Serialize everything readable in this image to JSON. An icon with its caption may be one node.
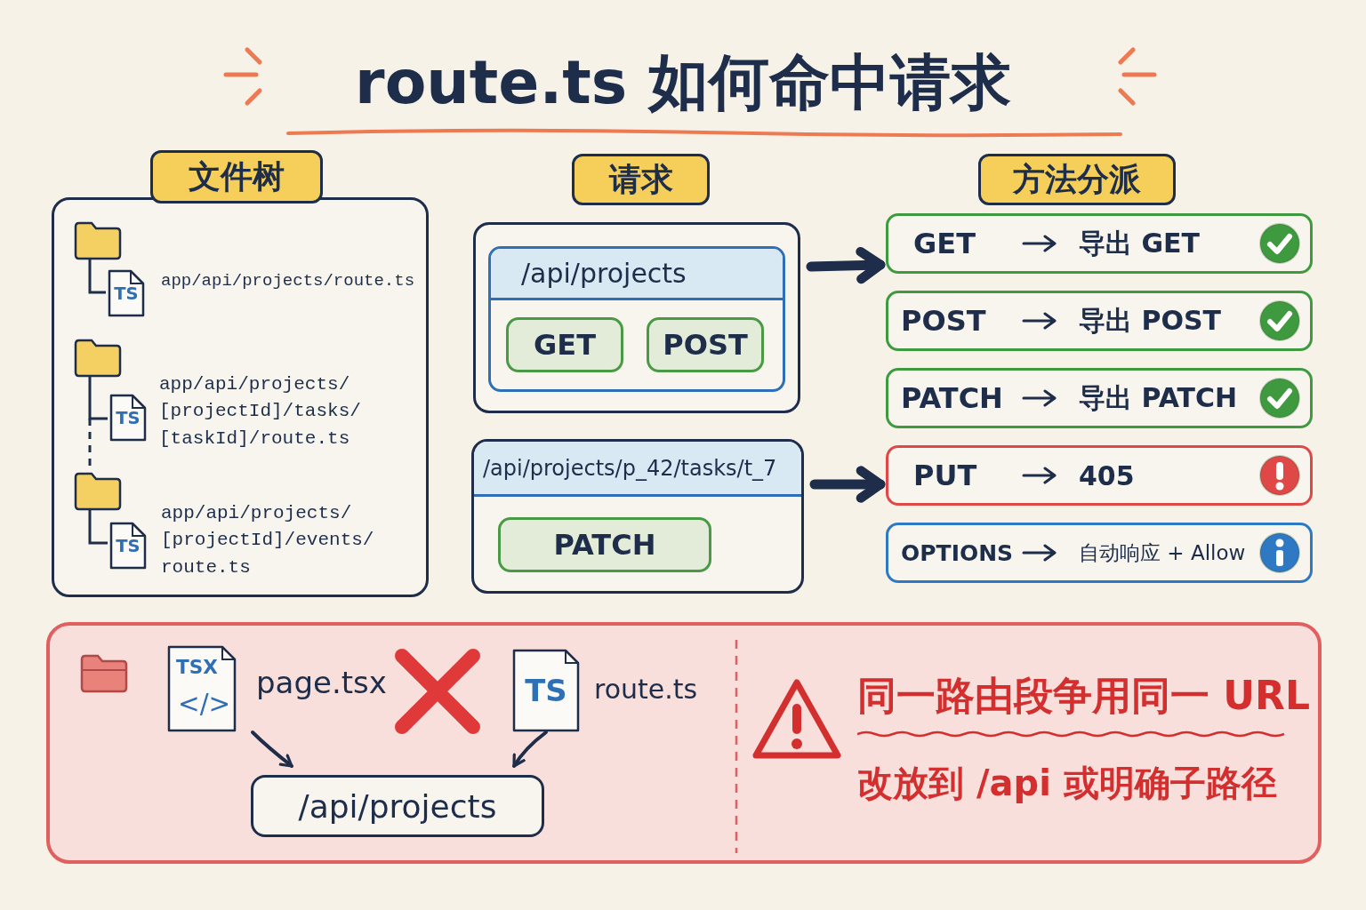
{
  "diagram": {
    "title": "route.ts 如何命中请求",
    "nodes": [
      {
        "text": [
          "文件树"
        ]
      },
      {
        "text": [
          "app/api/projects/route.ts"
        ],
        "in": 0
      },
      {
        "text": [
          "app/api/projects/ [projectId]/tasks/ [taskId]/route.ts"
        ],
        "in": 0
      },
      {
        "text": [
          "app/api/projects/ [projectId]/events/ route.ts"
        ],
        "in": 0
      },
      {
        "text": [],
        "shape": "box"
      },
      {
        "text": [
          "/api/projects"
        ],
        "in": 4
      },
      {
        "text": [
          "GET"
        ],
        "in": 5
      },
      {
        "text": [
          "POST"
        ],
        "in": 5
      },
      {
        "text": [
          "/api/projects/p_42/tasks/t_7"
        ]
      },
      {
        "text": [
          "PATCH"
        ],
        "in": 8
      },
      {
        "text": [
          "GET",
          "导出 GET"
        ]
      },
      {
        "text": [
          "POST",
          "导出 POST"
        ]
      },
      {
        "text": [
          "PATCH",
          "导出 PATCH"
        ]
      },
      {
        "text": [
          "PUT",
          "405"
        ]
      },
      {
        "text": [
          "OPTIONS",
          "自动响应 + Allow"
        ]
      },
      {
        "text": [
          "同一路由段争用同一 URL",
          "改放到 /api 或明确子路径"
        ]
      },
      {
        "text": [
          "page.tsx"
        ],
        "in": 15
      },
      {
        "text": [
          "route.ts"
        ],
        "in": 15
      },
      {
        "text": [
          "/api/projects"
        ],
        "in": 15
      }
    ],
    "edges": [
      {
        "from": 4,
        "to": 10,
        "arrow": "to",
        "style": "thick"
      },
      {
        "from": 8,
        "to": 13,
        "arrow": "to",
        "style": "thick"
      },
      {
        "from": 16,
        "to": 18,
        "arrow": "to"
      },
      {
        "from": 17,
        "to": 18,
        "arrow": "to"
      }
    ],
    "labels": [
      "请求",
      "方法分派",
      "TS",
      "TS",
      "TS",
      "TSX",
      "</>",
      "TS"
    ]
  }
}
